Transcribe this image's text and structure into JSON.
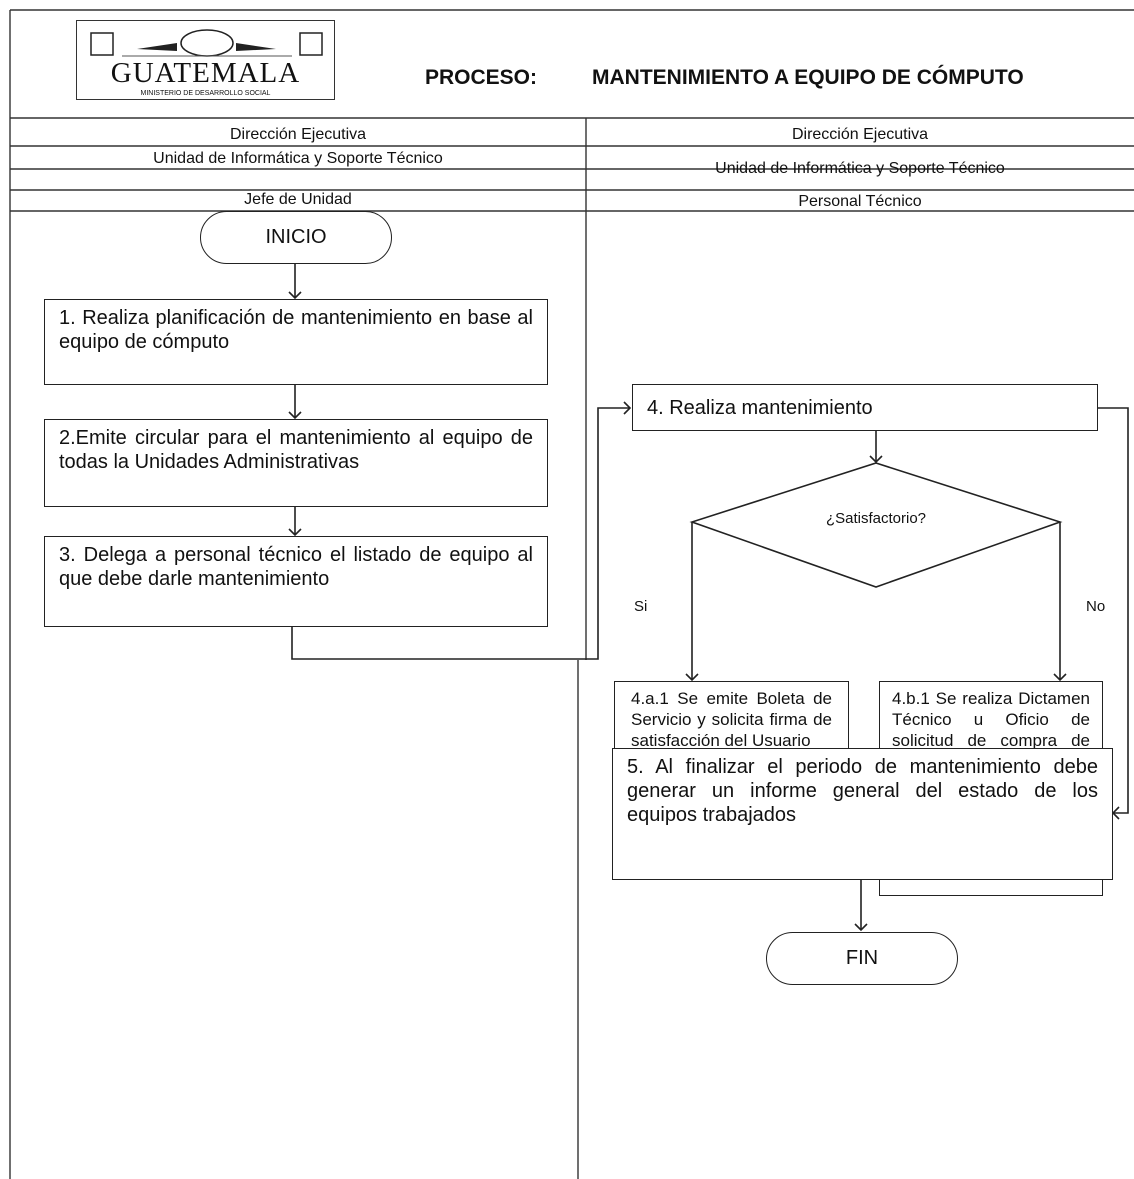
{
  "header": {
    "logo": {
      "name": "GUATEMALA",
      "ministry": "MINISTERIO DE DESARROLLO SOCIAL"
    },
    "process_label": "PROCESO:",
    "process_name": "MANTENIMIENTO A EQUIPO DE CÓMPUTO"
  },
  "lanes": [
    {
      "direction": "Dirección Ejecutiva",
      "unit": "Unidad de Informática y Soporte Técnico",
      "role": "Jefe de Unidad"
    },
    {
      "direction": "Dirección Ejecutiva",
      "unit": "Unidad de Informática y Soporte Técnico",
      "role": "Personal Técnico"
    }
  ],
  "flow": {
    "start": "INICIO",
    "step1": "1. Realiza planificación de mantenimiento en base al equipo de cómputo",
    "step2": "2.Emite circular para el mantenimiento al equipo de todas la Unidades Administrativas",
    "step3": "3. Delega a personal técnico el listado de equipo al que debe darle mantenimiento",
    "step4": "4. Realiza mantenimiento",
    "decision": "¿Satisfactorio?",
    "yes_label": "Si",
    "no_label": "No",
    "step4a1": "4.a.1 Se emite Boleta de Servicio y solicita firma de satisfacción del Usuario",
    "step4b1": "4.b.1 Se realiza Dictamen Técnico u Oficio de solicitud de compra de repuesto, según corresponda y se solicita firma del Jefe de la Unidad",
    "step5": "5. Al finalizar el periodo de mantenimiento debe generar un informe general del estado de los equipos trabajados",
    "end": "FIN"
  }
}
